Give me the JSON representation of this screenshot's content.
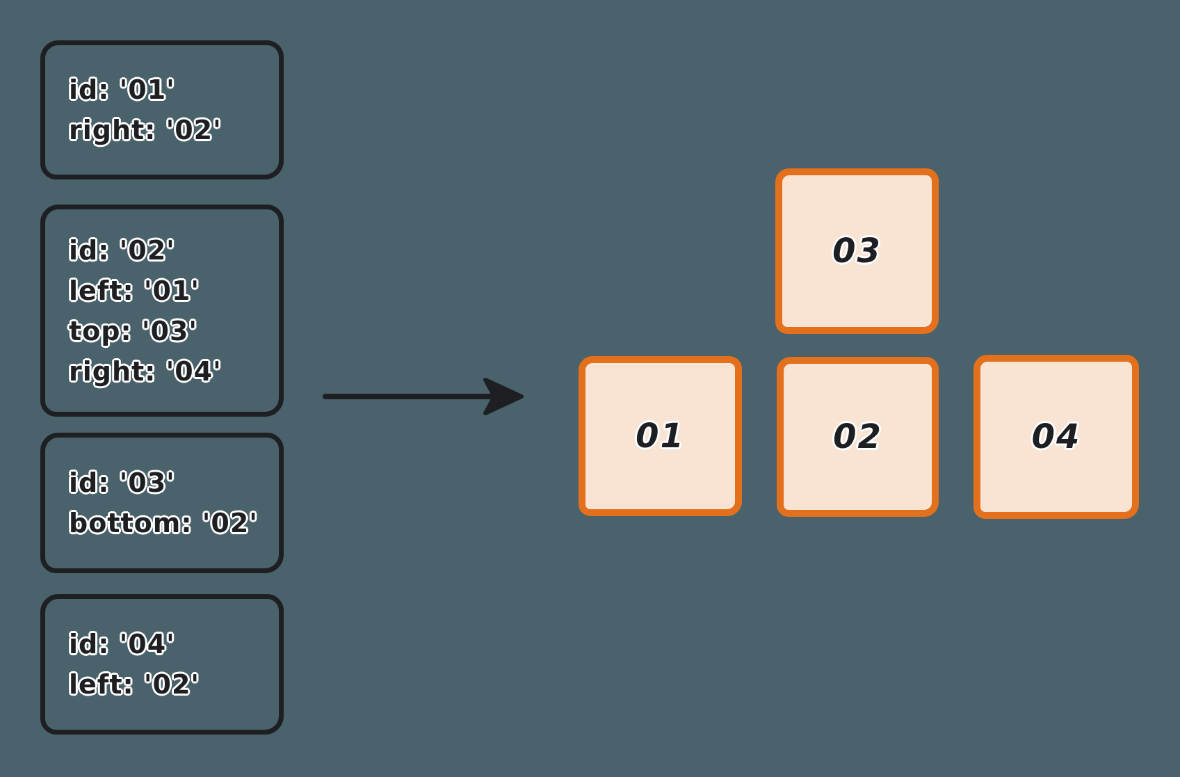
{
  "colors": {
    "background": "#4a626b",
    "ink": "#1e1f22",
    "accent_orange": "#e2701d",
    "card_fill": "#f9e4d3",
    "text_outline": "#ffffff"
  },
  "notes": [
    {
      "lines": [
        "id: '01'",
        "right: '02'"
      ]
    },
    {
      "lines": [
        "id: '02'",
        "left: '01'",
        "top: '03'",
        "right: '04'"
      ]
    },
    {
      "lines": [
        "id: '03'",
        "bottom: '02'"
      ]
    },
    {
      "lines": [
        "id: '04'",
        "left: '02'"
      ]
    }
  ],
  "cards": [
    {
      "label": "01"
    },
    {
      "label": "02"
    },
    {
      "label": "03"
    },
    {
      "label": "04"
    }
  ],
  "icons": {
    "arrow": "right-arrow"
  }
}
